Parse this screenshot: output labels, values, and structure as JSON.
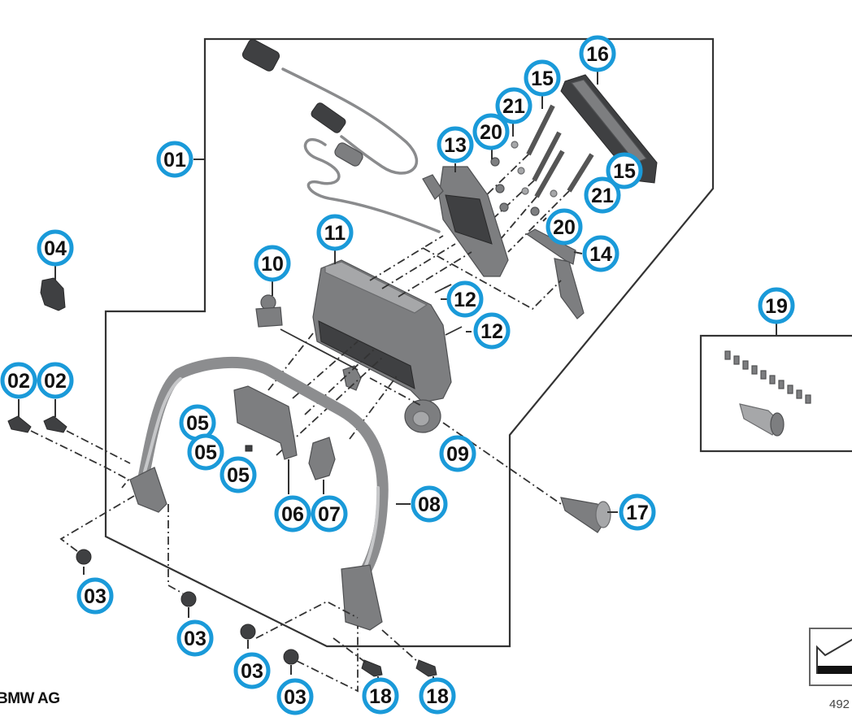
{
  "diagram": {
    "type": "exploded-parts-diagram",
    "copyright": "BMW AG",
    "document_number": "492",
    "callout_color": "#1a9ad9",
    "callouts": [
      {
        "id": "01",
        "label": "01"
      },
      {
        "id": "02a",
        "label": "02"
      },
      {
        "id": "02b",
        "label": "02"
      },
      {
        "id": "03a",
        "label": "03"
      },
      {
        "id": "03b",
        "label": "03"
      },
      {
        "id": "03c",
        "label": "03"
      },
      {
        "id": "03d",
        "label": "03"
      },
      {
        "id": "04",
        "label": "04"
      },
      {
        "id": "05a",
        "label": "05"
      },
      {
        "id": "05b",
        "label": "05"
      },
      {
        "id": "05c",
        "label": "05"
      },
      {
        "id": "06",
        "label": "06"
      },
      {
        "id": "07",
        "label": "07"
      },
      {
        "id": "08",
        "label": "08"
      },
      {
        "id": "09",
        "label": "09"
      },
      {
        "id": "10",
        "label": "10"
      },
      {
        "id": "11",
        "label": "11"
      },
      {
        "id": "12a",
        "label": "12"
      },
      {
        "id": "12b",
        "label": "12"
      },
      {
        "id": "13",
        "label": "13"
      },
      {
        "id": "14",
        "label": "14"
      },
      {
        "id": "15a",
        "label": "15"
      },
      {
        "id": "15b",
        "label": "15"
      },
      {
        "id": "16",
        "label": "16"
      },
      {
        "id": "17",
        "label": "17"
      },
      {
        "id": "18a",
        "label": "18"
      },
      {
        "id": "18b",
        "label": "18"
      },
      {
        "id": "19",
        "label": "19"
      },
      {
        "id": "20a",
        "label": "20"
      },
      {
        "id": "20b",
        "label": "20"
      },
      {
        "id": "21a",
        "label": "21"
      },
      {
        "id": "21b",
        "label": "21"
      }
    ]
  }
}
